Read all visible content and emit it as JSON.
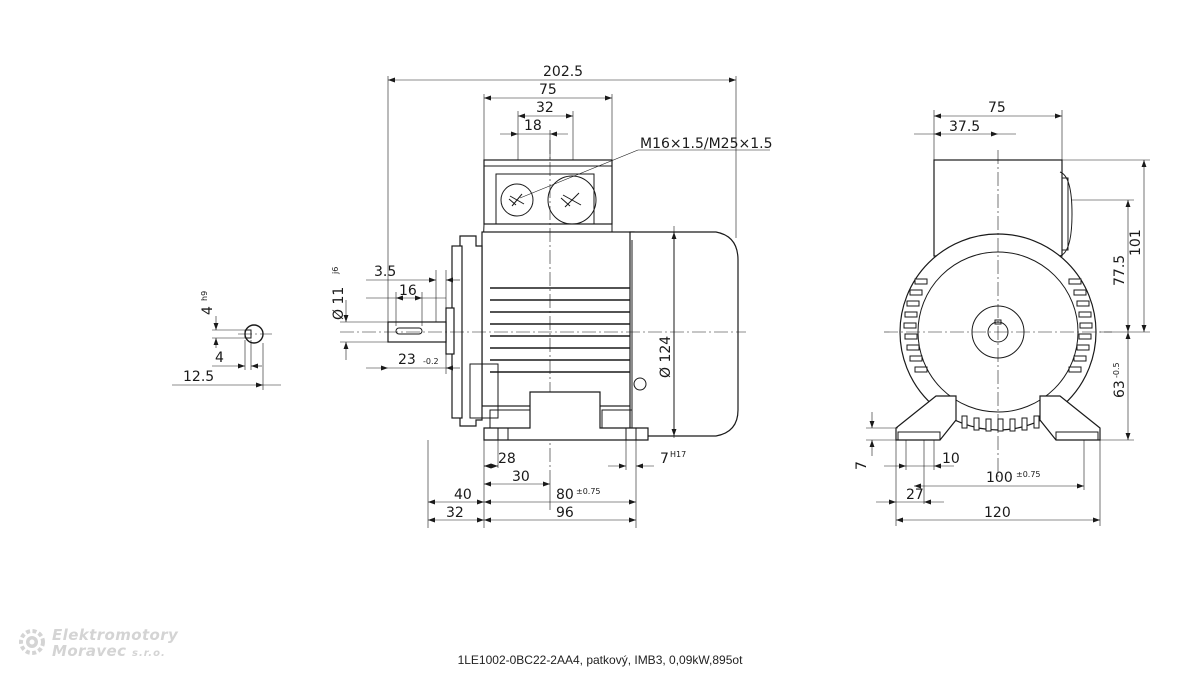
{
  "caption": "1LE1002-0BC22-2AA4, patkový, IMB3, 0,09kW,895ot",
  "logo": {
    "line1": "Elektromotory",
    "line2": "Moravec",
    "suffix": "s.r.o."
  },
  "shaft_detail": {
    "key_height": "4",
    "key_height_tol": "h9",
    "key_width": "4",
    "shaft_to_key": "12.5"
  },
  "side_view": {
    "overall_length": "202.5",
    "terminal_box_width": "75",
    "gland_spacing": "32",
    "gland_offset": "18",
    "thread_label": "M16×1.5/M25×1.5",
    "shaft_diameter": "Ø 11",
    "shaft_diameter_tol": "j6",
    "shaft_shoulder": "3.5",
    "key_length": "16",
    "shaft_length": "23",
    "shaft_length_tol": "-0.2",
    "housing_diameter": "Ø 124",
    "foot_edge": "28",
    "foot_hole_offset": "30",
    "foot_hole_spacing": "80",
    "foot_hole_spacing_tol": "±0.75",
    "foot_hole": "7",
    "foot_hole_tol": "H17",
    "flange_to_foot": "40",
    "shaft_end_to_hole": "32",
    "hole_to_end": "96"
  },
  "front_view": {
    "box_width": "75",
    "box_half": "37.5",
    "total_height": "101",
    "axis_to_box": "77.5",
    "shaft_height": "63",
    "shaft_height_tol": "-0.5",
    "foot_thickness": "7",
    "foot_slot": "10",
    "foot_hole_spacing": "100",
    "foot_hole_spacing_tol": "±0.75",
    "foot_edge": "27",
    "foot_width": "120"
  }
}
